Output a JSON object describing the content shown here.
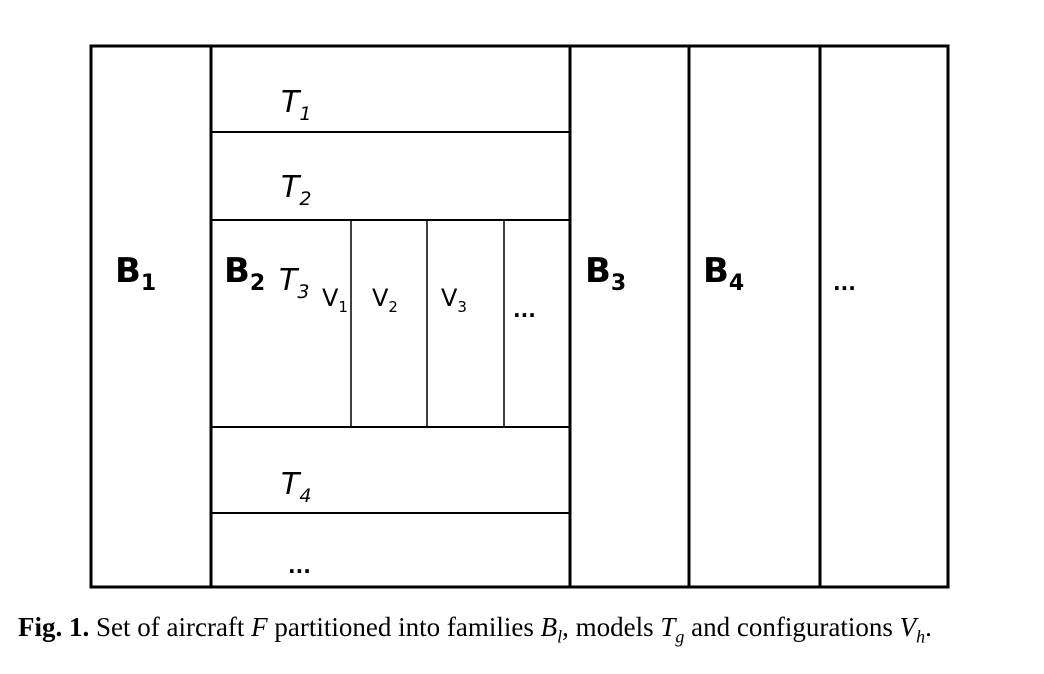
{
  "families": [
    {
      "base": "B",
      "sub": "1"
    },
    {
      "base": "B",
      "sub": "2"
    },
    {
      "base": "B",
      "sub": "3"
    },
    {
      "base": "B",
      "sub": "4"
    }
  ],
  "families_ellipsis": "...",
  "models": [
    {
      "base": "T",
      "sub": "1"
    },
    {
      "base": "T",
      "sub": "2"
    },
    {
      "base": "T",
      "sub": "3"
    },
    {
      "base": "T",
      "sub": "4"
    }
  ],
  "models_ellipsis": "...",
  "configurations": [
    {
      "base": "V",
      "sub": "1"
    },
    {
      "base": "V",
      "sub": "2"
    },
    {
      "base": "V",
      "sub": "3"
    }
  ],
  "configurations_ellipsis": "...",
  "caption": {
    "label": "Fig. 1.",
    "text_1": "Set of aircraft ",
    "var_F": "F",
    "text_2": " partitioned into families ",
    "var_B": "B",
    "sub_B": "l",
    "text_3": ", models ",
    "var_T": "T",
    "sub_T": "g",
    "text_4": " and configurations ",
    "var_V": "V",
    "sub_V": "h",
    "text_5": "."
  }
}
